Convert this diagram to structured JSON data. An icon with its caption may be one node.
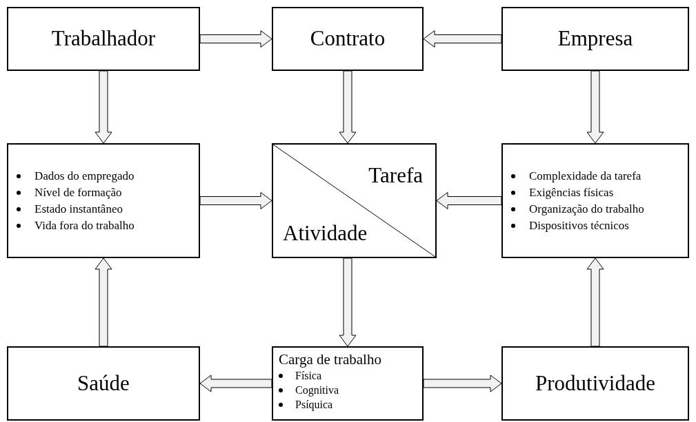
{
  "diagram": {
    "nodes": [
      {
        "text": [
          "Trabalhador"
        ]
      },
      {
        "text": [
          "Contrato"
        ]
      },
      {
        "text": [
          "Empresa"
        ]
      },
      {
        "text": [
          "Dados do empregado",
          "Nível de formação",
          "Estado instantâneo",
          "Vida fora do trabalho"
        ]
      },
      {
        "text": [
          "Tarefa",
          "Atividade"
        ]
      },
      {
        "text": [
          "Complexidade da tarefa",
          "Exigências físicas",
          "Organização do trabalho",
          "Dispositivos técnicos"
        ]
      },
      {
        "text": [
          "Saúde"
        ]
      },
      {
        "text": [
          "Carga de trabalho",
          "Física",
          "Cognitiva",
          "Psíquica"
        ]
      },
      {
        "text": [
          "Produtividade"
        ]
      }
    ],
    "edges": [
      {
        "from": 0,
        "to": 1,
        "arrow": "to"
      },
      {
        "from": 2,
        "to": 1,
        "arrow": "to"
      },
      {
        "from": 0,
        "to": 3,
        "arrow": "to"
      },
      {
        "from": 1,
        "to": 4,
        "arrow": "to"
      },
      {
        "from": 2,
        "to": 5,
        "arrow": "to"
      },
      {
        "from": 3,
        "to": 4,
        "arrow": "to"
      },
      {
        "from": 5,
        "to": 4,
        "arrow": "to"
      },
      {
        "from": 4,
        "to": 7,
        "arrow": "to"
      },
      {
        "from": 7,
        "to": 6,
        "arrow": "to"
      },
      {
        "from": 7,
        "to": 8,
        "arrow": "to"
      },
      {
        "from": 6,
        "to": 3,
        "arrow": "to"
      },
      {
        "from": 8,
        "to": 5,
        "arrow": "to"
      }
    ]
  }
}
